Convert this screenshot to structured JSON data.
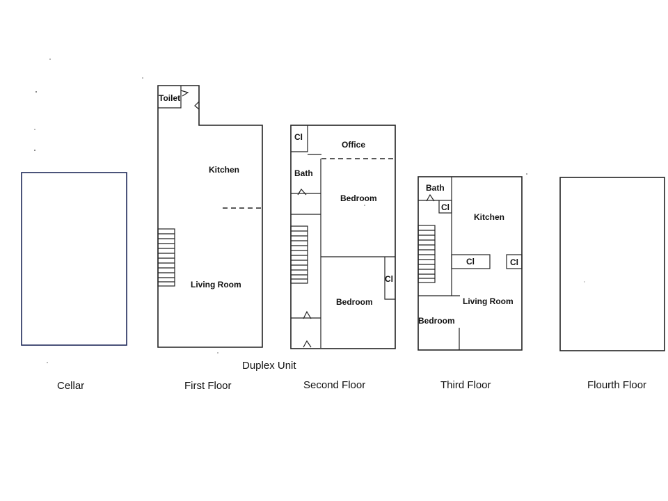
{
  "title": "Duplex Unit",
  "floors": {
    "cellar": "Cellar",
    "first": "First Floor",
    "second": "Second Floor",
    "third": "Third Floor",
    "fourth": "Flourth Floor"
  },
  "rooms": {
    "first": {
      "toilet": "Toilet",
      "kitchen": "Kitchen",
      "living": "Living Room"
    },
    "second": {
      "cl_top": "Cl",
      "office": "Office",
      "bath": "Bath",
      "bedroom_upper": "Bedroom",
      "bedroom_lower": "Bedroom",
      "cl_right": "Cl"
    },
    "third": {
      "bath": "Bath",
      "cl_small": "Cl",
      "kitchen": "Kitchen",
      "cl_mid": "Cl",
      "cl_right": "Cl",
      "living": "Living Room",
      "bedroom": "Bedroom"
    }
  },
  "colors": {
    "walls": "#222222",
    "cellar_outline": "#1f2a5a",
    "background": "#ffffff"
  }
}
